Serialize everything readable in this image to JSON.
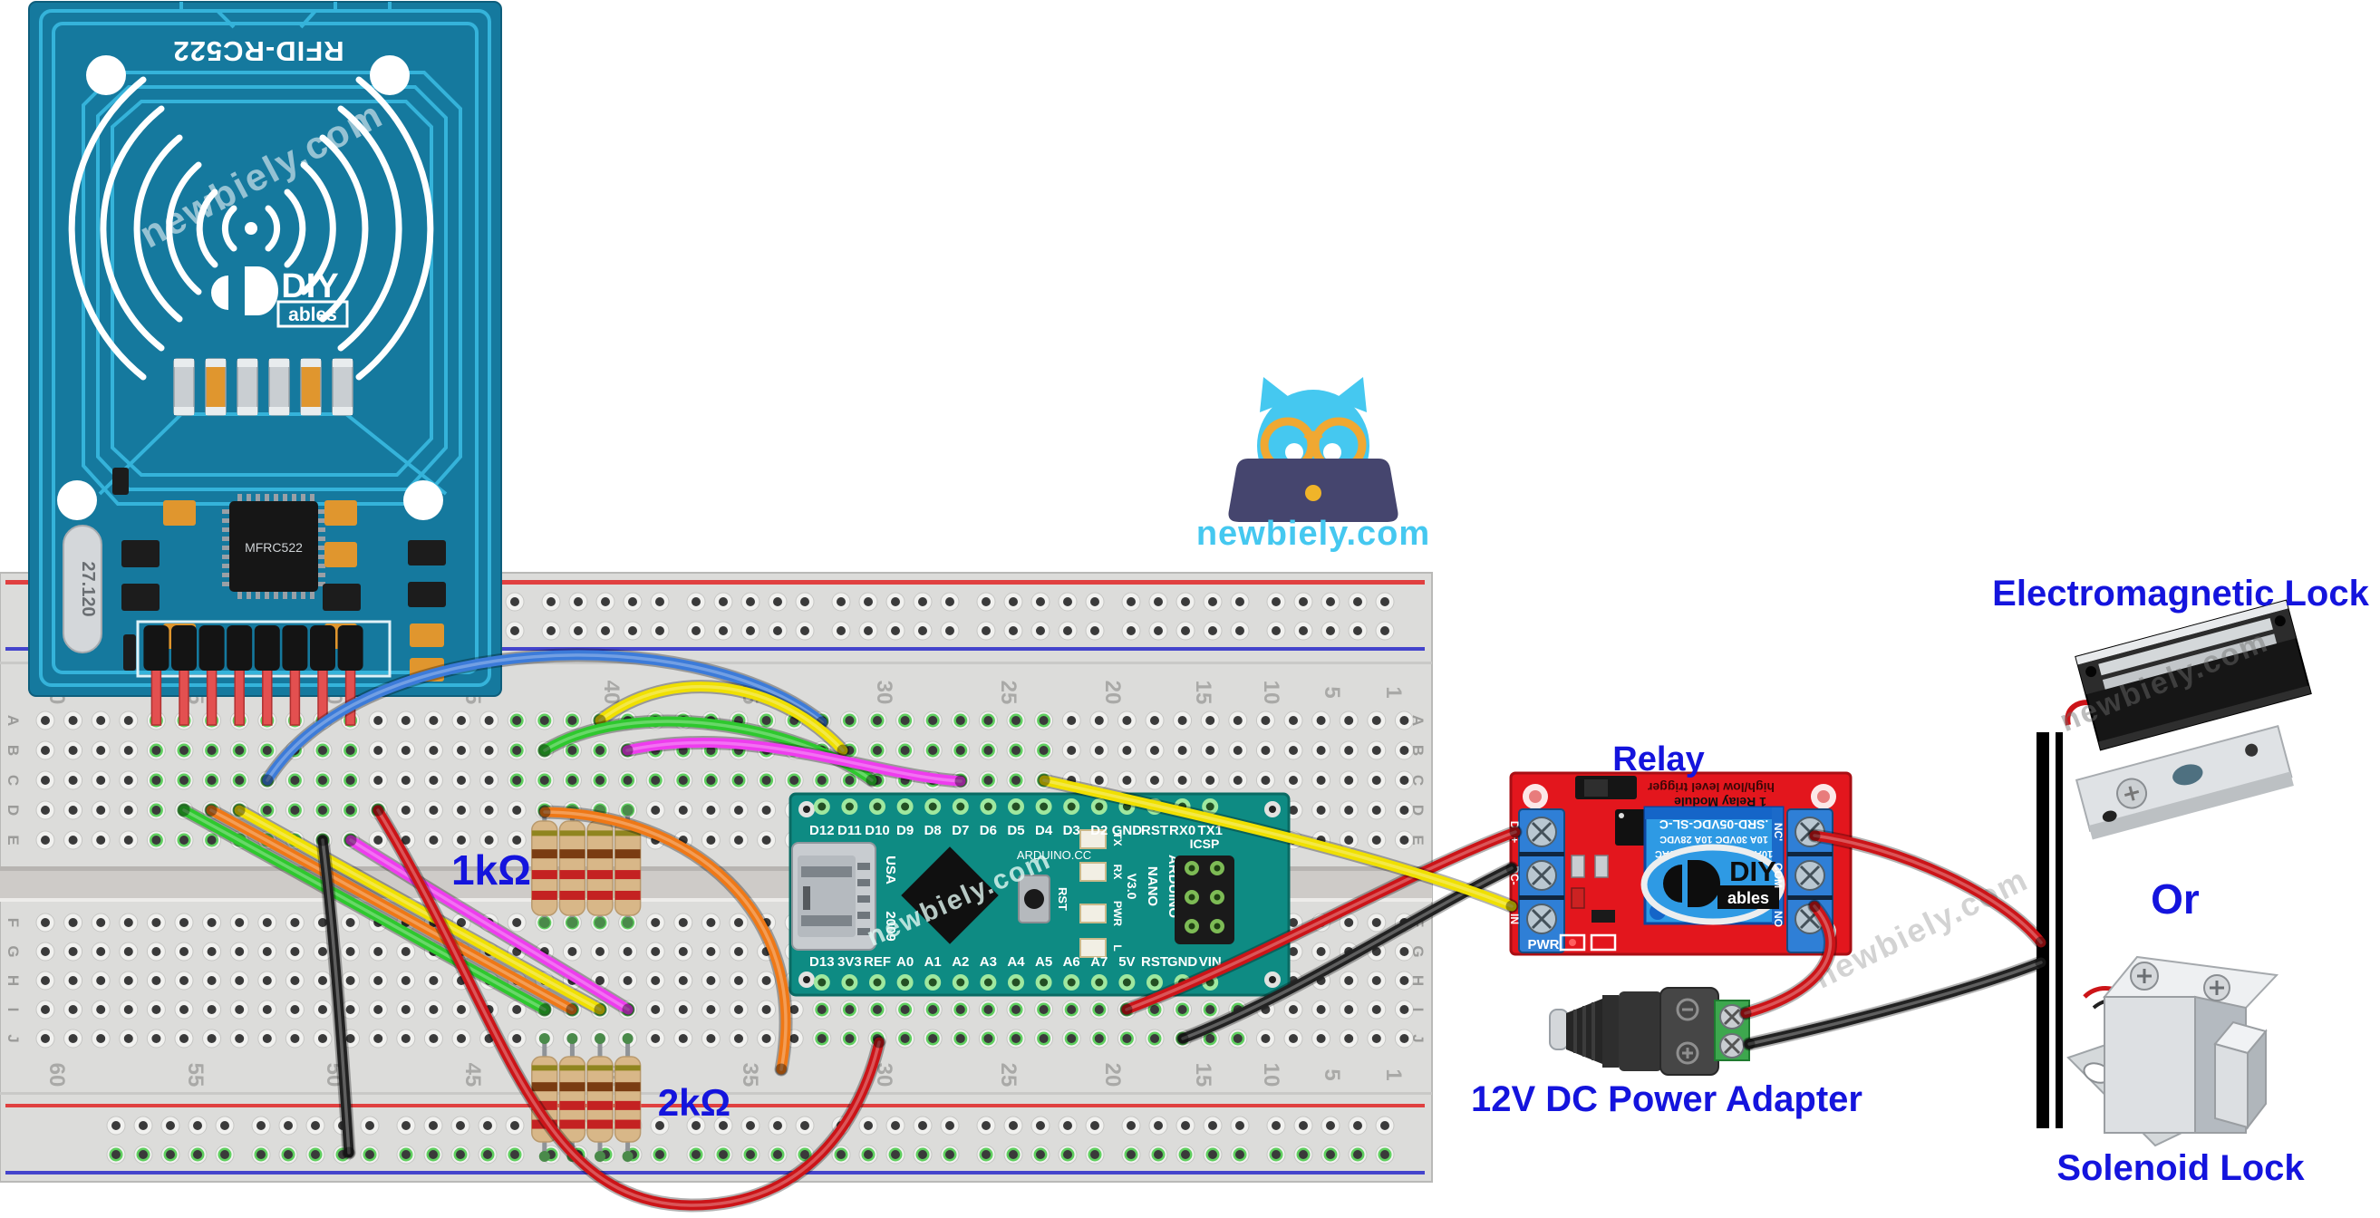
{
  "watermark": "newbiely.com",
  "logo": {
    "site": "newbiely.com"
  },
  "captions": {
    "relay": "Relay",
    "electromagnetic_lock": "Electromagnetic Lock",
    "or": "Or",
    "solenoid_lock": "Solenoid Lock",
    "power_adapter": "12V DC Power Adapter",
    "r1k": "1kΩ",
    "r2k": "2kΩ"
  },
  "rfid": {
    "title": "RFID-RC522",
    "chip": "MFRC522",
    "crystal": "27.120",
    "diy": "DIY",
    "ables": "ables"
  },
  "nano": {
    "top_pins": [
      "D12",
      "D11",
      "D10",
      "D9",
      "D8",
      "D7",
      "D6",
      "D5",
      "D4",
      "D3",
      "D2",
      "GND",
      "RST",
      "RX0",
      "TX1"
    ],
    "bottom_pins": [
      "D13",
      "3V3",
      "REF",
      "A0",
      "A1",
      "A2",
      "A3",
      "A4",
      "A5",
      "A6",
      "A7",
      "5V",
      "RST",
      "GND",
      "VIN"
    ],
    "usa": "USA",
    "year": "2009",
    "site": "ARDUINO.CC",
    "reset": "RST",
    "leds": [
      "TX",
      "RX",
      "PWR",
      "L"
    ],
    "brand_lines": [
      "ARDUINO",
      "NANO",
      "V3.0"
    ],
    "icsp": "ICSP"
  },
  "relay": {
    "header": "high/low level trigger",
    "module_name": "1 Relay Module",
    "relay_lines": [
      ".SRD-05VDC-SL-C",
      "10A 30VDC 10A 28VDC",
      "10A 250VAC 10A 125VAC"
    ],
    "left_terminals": [
      "DC+",
      "DC-",
      "IN"
    ],
    "right_terminals": [
      "NC'",
      "COM",
      "NO"
    ],
    "pwr": "PWR",
    "diy": "DIY",
    "ables": "ables"
  },
  "breadboard": {
    "row_letters": [
      "A",
      "B",
      "C",
      "D",
      "E",
      "F",
      "G",
      "H",
      "I",
      "J"
    ],
    "column_numbers": [
      "60",
      "55",
      "50",
      "45",
      "40",
      "35",
      "30",
      "25",
      "20",
      "15",
      "10",
      "5",
      "1"
    ]
  },
  "colors": {
    "caption_blue": "#1414dd",
    "rfid_teal": "#15799e",
    "nano_teal": "#0e8b83",
    "relay_red": "#e3161d",
    "relay_blue": "#2e9ae4",
    "breadboard_gray": "#dcdcda",
    "logo_cyan": "#45c8f0",
    "wire_red": "#cc1418",
    "wire_black": "#222222",
    "wire_yellow": "#f0e000",
    "wire_green": "#2ec82e",
    "wire_orange": "#ef7816",
    "wire_magenta": "#ee3cee",
    "wire_blue": "#3c7bd9"
  }
}
